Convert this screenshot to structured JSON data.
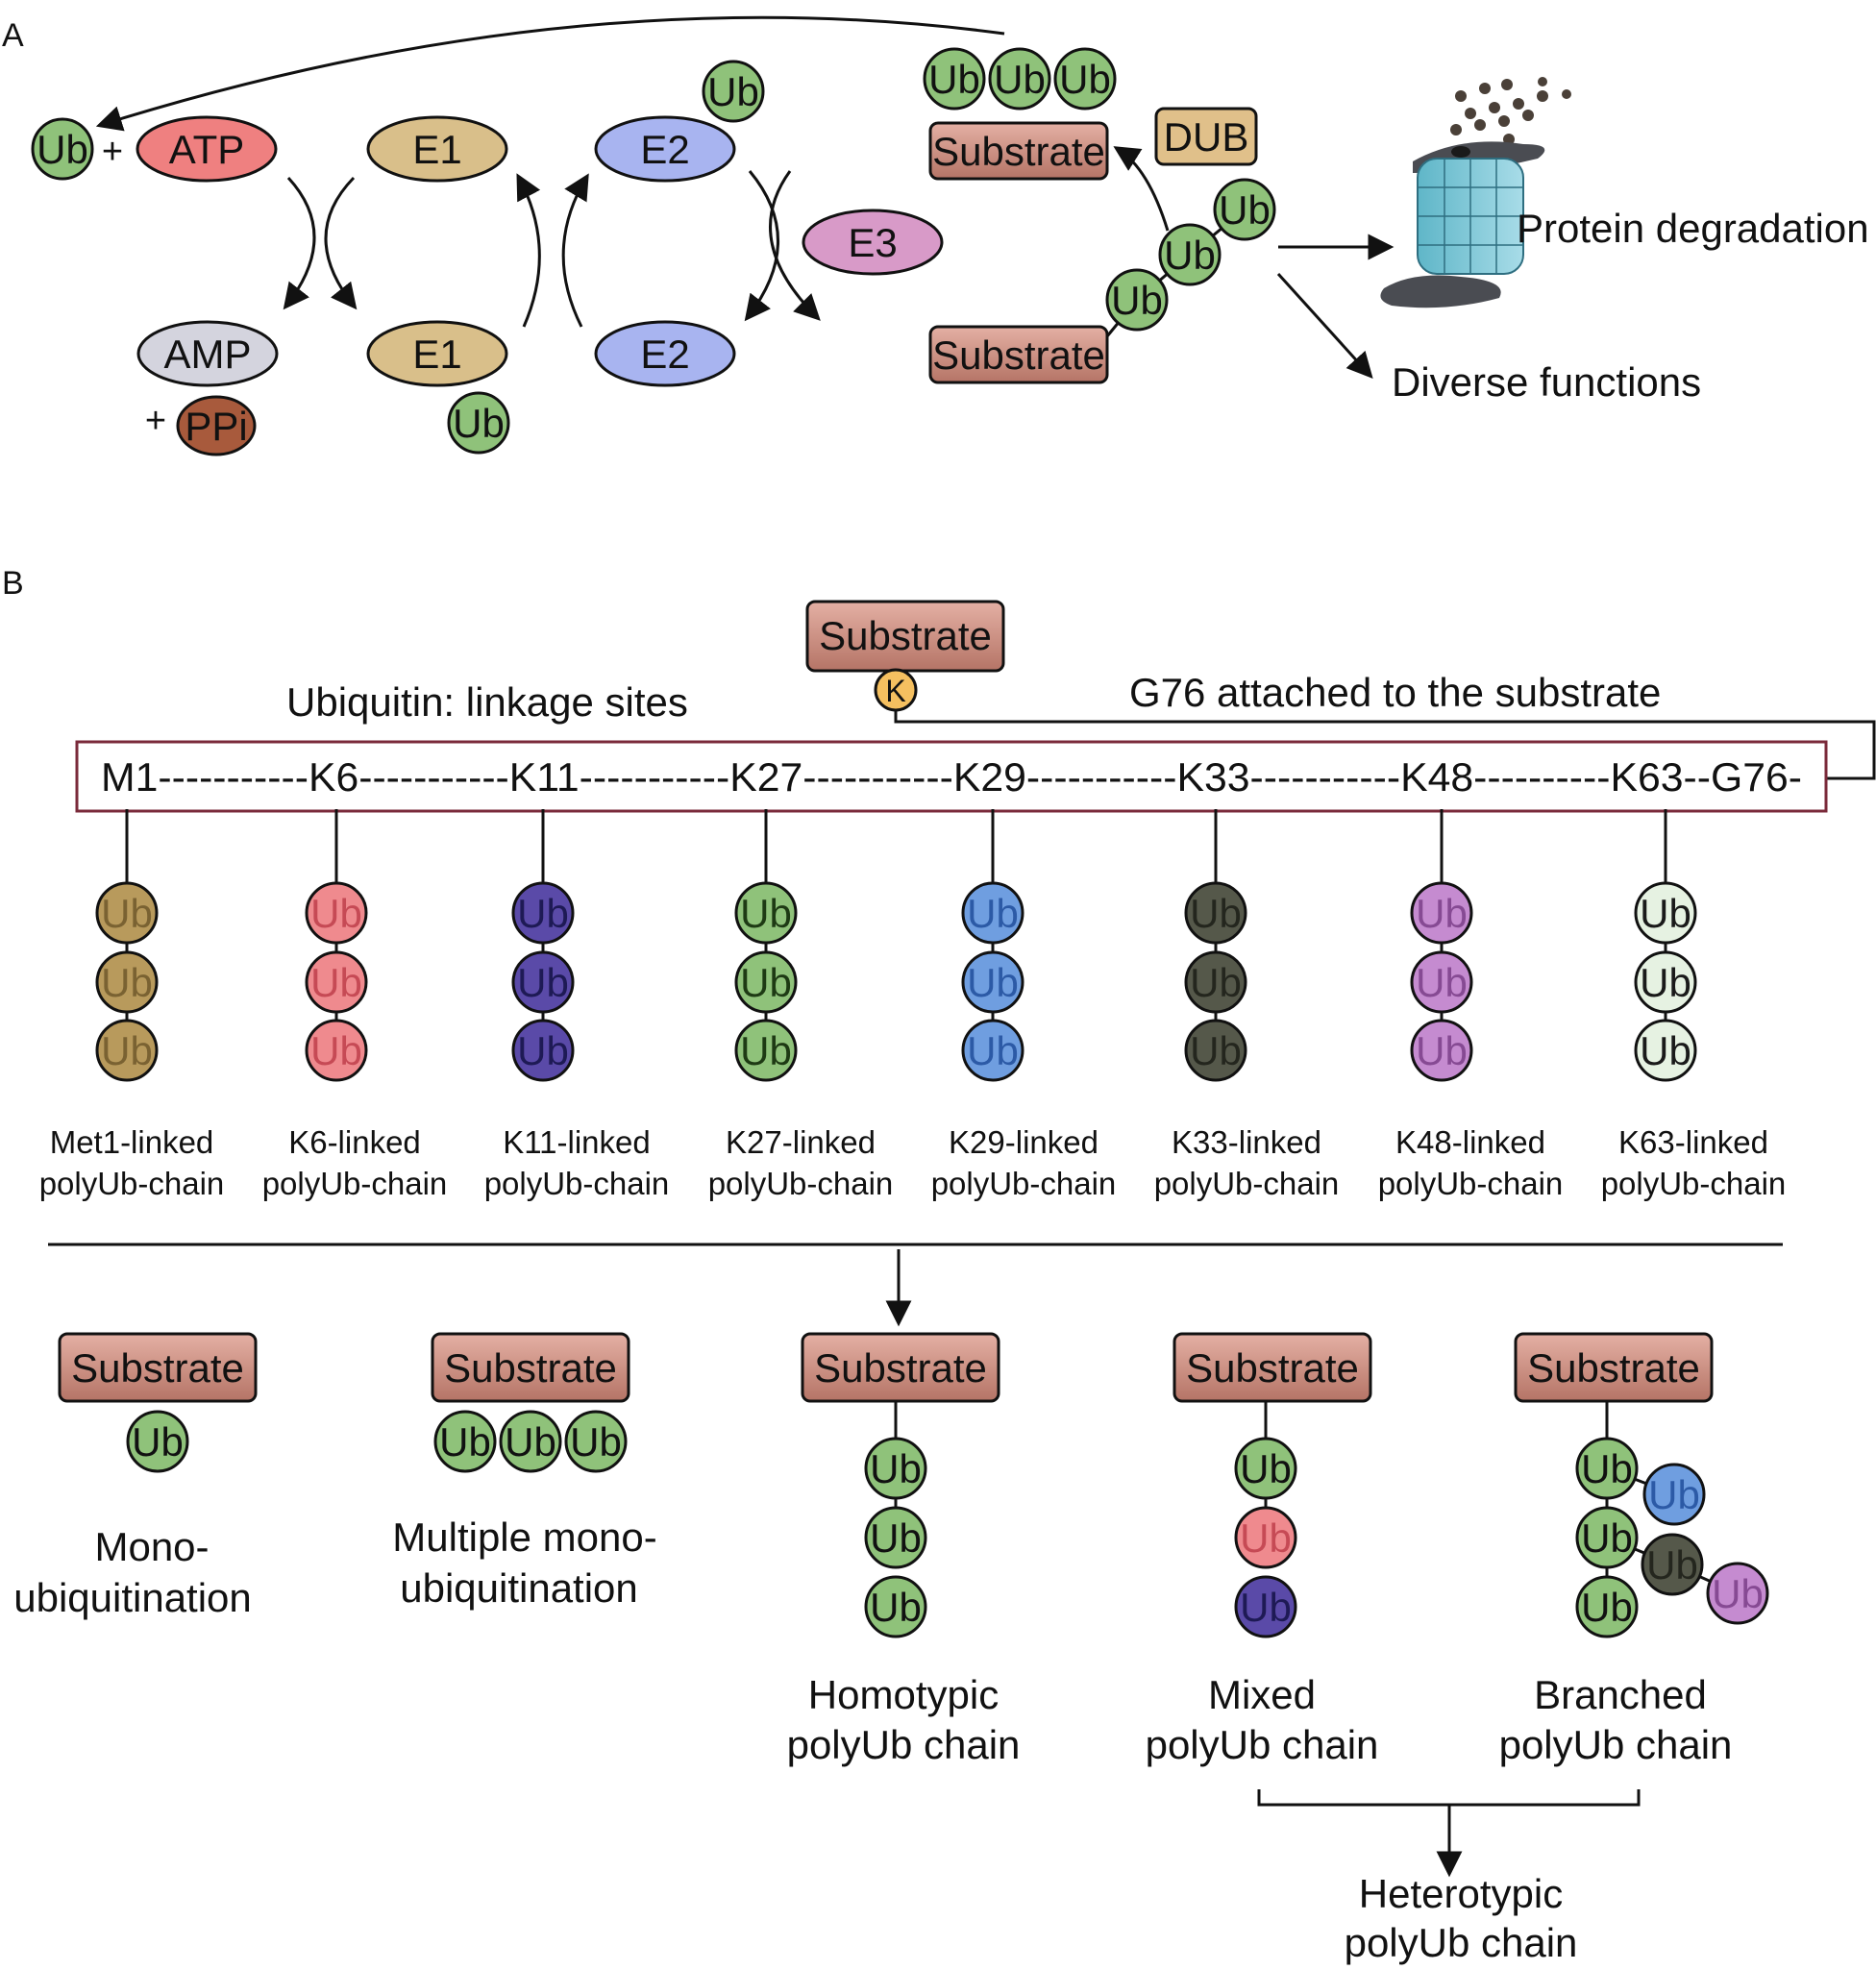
{
  "panel_a": {
    "label": "A",
    "ub": "Ub",
    "plus": "+",
    "atp": "ATP",
    "amp": "AMP",
    "ppi": "PPi",
    "e1": "E1",
    "e2": "E2",
    "e3": "E3",
    "dub": "DUB",
    "substrate": "Substrate",
    "protein_degradation": "Protein degradation",
    "diverse_functions": "Diverse functions"
  },
  "panel_b": {
    "label": "B",
    "substrate": "Substrate",
    "lysine": "K",
    "linkage_title": "Ubiquitin: linkage sites",
    "g76_note": "G76 attached to the substrate",
    "sequence": "M1-----------K6-----------K11-----------K27-----------K29-----------K33-----------K48----------K63--G76-",
    "ub": "Ub",
    "chains": [
      {
        "line1": "Met1-linked",
        "line2": "polyUb-chain",
        "fill": "#b89a5c",
        "text": "#7a6232"
      },
      {
        "line1": "K6-linked",
        "line2": "polyUb-chain",
        "fill": "#ef8a8e",
        "text": "#c64a55"
      },
      {
        "line1": "K11-linked",
        "line2": "polyUb-chain",
        "fill": "#5a4aa8",
        "text": "#1e1a55"
      },
      {
        "line1": "K27-linked",
        "line2": "polyUb-chain",
        "fill": "#8fc27a",
        "text": "#1e3a14"
      },
      {
        "line1": "K29-linked",
        "line2": "polyUb-chain",
        "fill": "#6f9ee0",
        "text": "#2c5aa6"
      },
      {
        "line1": "K33-linked",
        "line2": "polyUb-chain",
        "fill": "#55584a",
        "text": "#24261e"
      },
      {
        "line1": "K48-linked",
        "line2": "polyUb-chain",
        "fill": "#c58bd0",
        "text": "#864a93"
      },
      {
        "line1": "K63-linked",
        "line2": "polyUb-chain",
        "fill": "#e6f2e2",
        "text": "#1a1a1a"
      }
    ],
    "types": {
      "mono_1": "Mono-",
      "mono_2": "ubiquitination",
      "multi_1": "Multiple mono-",
      "multi_2": "ubiquitination",
      "homo_1": "Homotypic",
      "homo_2": "polyUb chain",
      "mixed_1": "Mixed",
      "mixed_2": "polyUb chain",
      "branched_1": "Branched",
      "branched_2": "polyUb chain",
      "hetero_1": "Heterotypic",
      "hetero_2": "polyUb chain"
    }
  },
  "colors": {
    "ub_green": "#8fc27a",
    "substrate_brown": "#c98a7e",
    "atp_red": "#ef8080",
    "e1_tan": "#d9bf8a",
    "e2_blue": "#a8b4f0",
    "e3_pink": "#d89ac8",
    "amp_grey": "#d4d4de",
    "ppi_brown": "#a85a3c",
    "dub_tan": "#e0c08a",
    "box_outline": "#7a2a3a"
  }
}
